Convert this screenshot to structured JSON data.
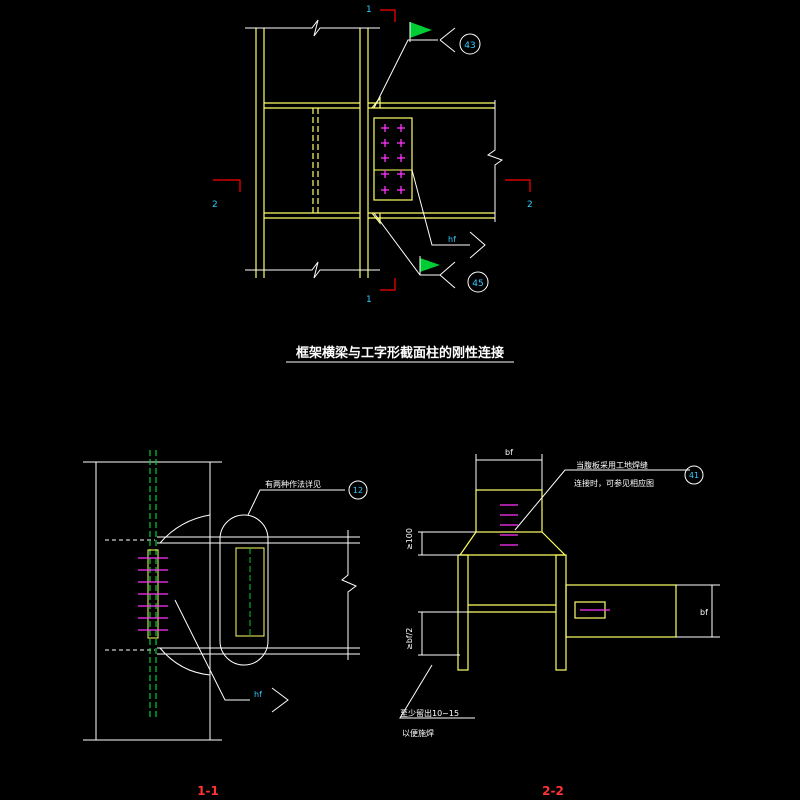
{
  "title": "框架横梁与工字形截面柱的刚性连接",
  "section_labels": {
    "cut_1_top": "1",
    "cut_1_bottom": "1",
    "cut_2_left": "2",
    "cut_2_right": "2",
    "view_1_1": "1-1",
    "view_2_2": "2-2"
  },
  "detail_refs": {
    "top_weld": "43",
    "bottom_weld": "45",
    "two_methods": "12",
    "plate_ref": "41"
  },
  "weld_label": "hf",
  "notes": {
    "two_methods": "有两种作法详见",
    "plate_line1": "当腹板采用工地焊缝",
    "plate_line2": "连接时，可参见相应图",
    "at_least_line1": "至少留出10~15",
    "at_least_line2": "以便施焊"
  },
  "dims": {
    "bf": "bf",
    "min100": "≥100",
    "half": "≥bf/2",
    "bf_right": "bf"
  },
  "colors": {
    "background": "#000000",
    "yellow": "#ffff66",
    "white": "#ffffff",
    "magenta": "#ff33ff",
    "red": "#ff0000",
    "cyan": "#33ccff",
    "green": "#00cc33"
  }
}
